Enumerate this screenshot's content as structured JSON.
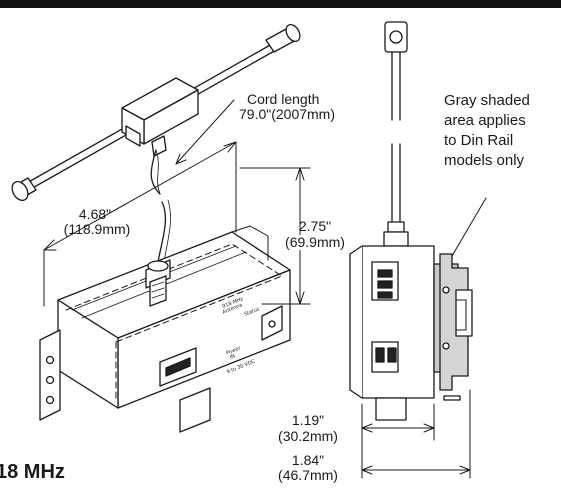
{
  "labels": {
    "cord_length_line1": "Cord length",
    "cord_length_line2": "79.0\"(2007mm)",
    "width_in": "4.68\"",
    "width_mm": "(118.9mm)",
    "height_in": "2.75\"",
    "height_mm": "(69.9mm)",
    "depth_in": "1.19\"",
    "depth_mm": "(30.2mm)",
    "depth_rail_in": "1.84\"",
    "depth_rail_mm": "(46.7mm)",
    "note_line1": "Gray shaded",
    "note_line2": "area applies",
    "note_line3": "to Din Rail",
    "note_line4": "models only",
    "caption": "18 MHz"
  },
  "device_printing": {
    "antenna_label": "Antenna",
    "freq_label": "918 MHz",
    "power_label": "Power",
    "in_label": "IN",
    "status_label": "Status",
    "voltage_label": "9 to 30 VDC"
  },
  "colors": {
    "line": "#1a1a1a",
    "background": "#ffffff",
    "top_bar": "#111111",
    "din_shading": "#c8c8c8"
  }
}
